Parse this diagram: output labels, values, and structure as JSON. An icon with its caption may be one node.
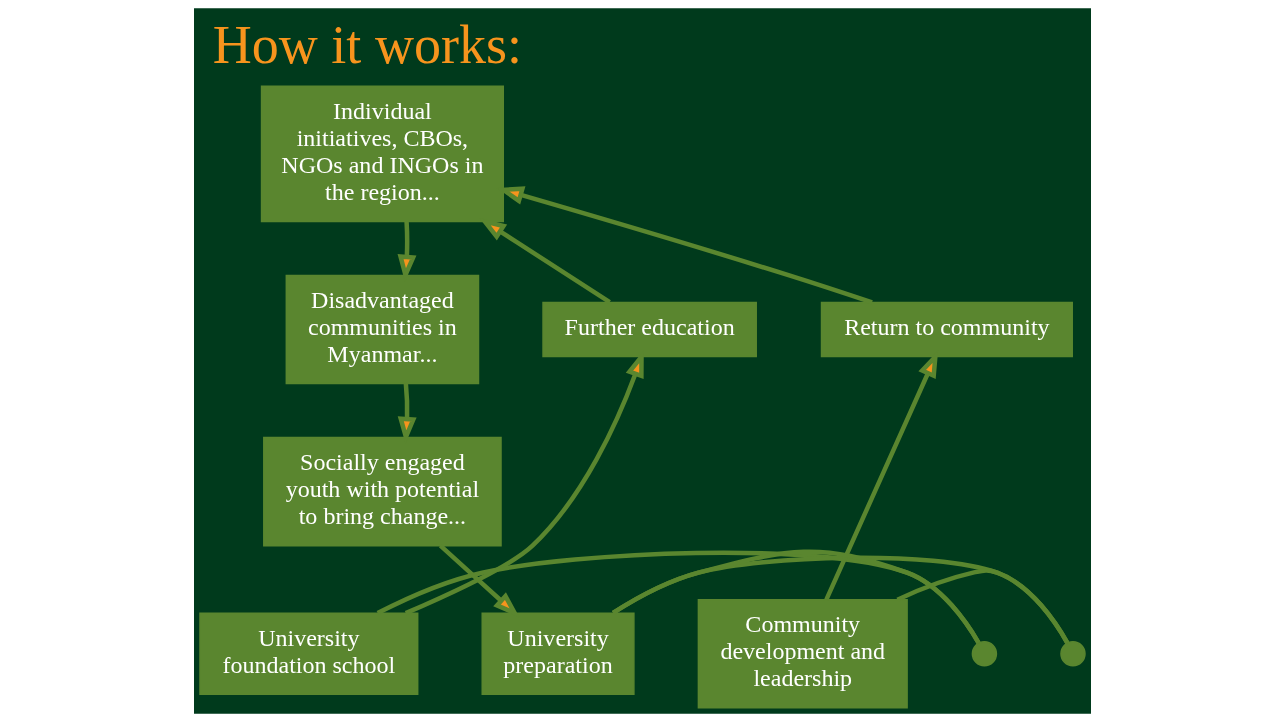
{
  "diagram": {
    "title": "How it works:",
    "nodes": [
      {
        "text": [
          "Individual initiatives, CBOs, NGOs and INGOs in the region..."
        ]
      },
      {
        "text": [
          "Disadvantaged communities in Myanmar..."
        ]
      },
      {
        "text": [
          "Socially engaged youth with potential to bring change..."
        ]
      },
      {
        "text": [
          "Further education"
        ]
      },
      {
        "text": [
          "Return to community"
        ]
      },
      {
        "text": [
          "University foundation school"
        ]
      },
      {
        "text": [
          "University preparation"
        ]
      },
      {
        "text": [
          "Community development and leadership"
        ]
      },
      {
        "text": [],
        "shape": "circle"
      },
      {
        "text": [],
        "shape": "circle"
      }
    ],
    "edges": [
      {
        "from": 0,
        "to": 1,
        "arrow": "to"
      },
      {
        "from": 1,
        "to": 2,
        "arrow": "to"
      },
      {
        "from": 2,
        "to": 6,
        "arrow": "to"
      },
      {
        "from": 5,
        "to": 8,
        "arrow": "none"
      },
      {
        "from": 8,
        "to": 6,
        "arrow": "none"
      },
      {
        "from": 6,
        "to": 9,
        "arrow": "none"
      },
      {
        "from": 9,
        "to": 7,
        "arrow": "none"
      },
      {
        "from": 5,
        "to": 3,
        "arrow": "to"
      },
      {
        "from": 3,
        "to": 0,
        "arrow": "to"
      },
      {
        "from": 7,
        "to": 4,
        "arrow": "to"
      },
      {
        "from": 4,
        "to": 0,
        "arrow": "to"
      }
    ]
  }
}
